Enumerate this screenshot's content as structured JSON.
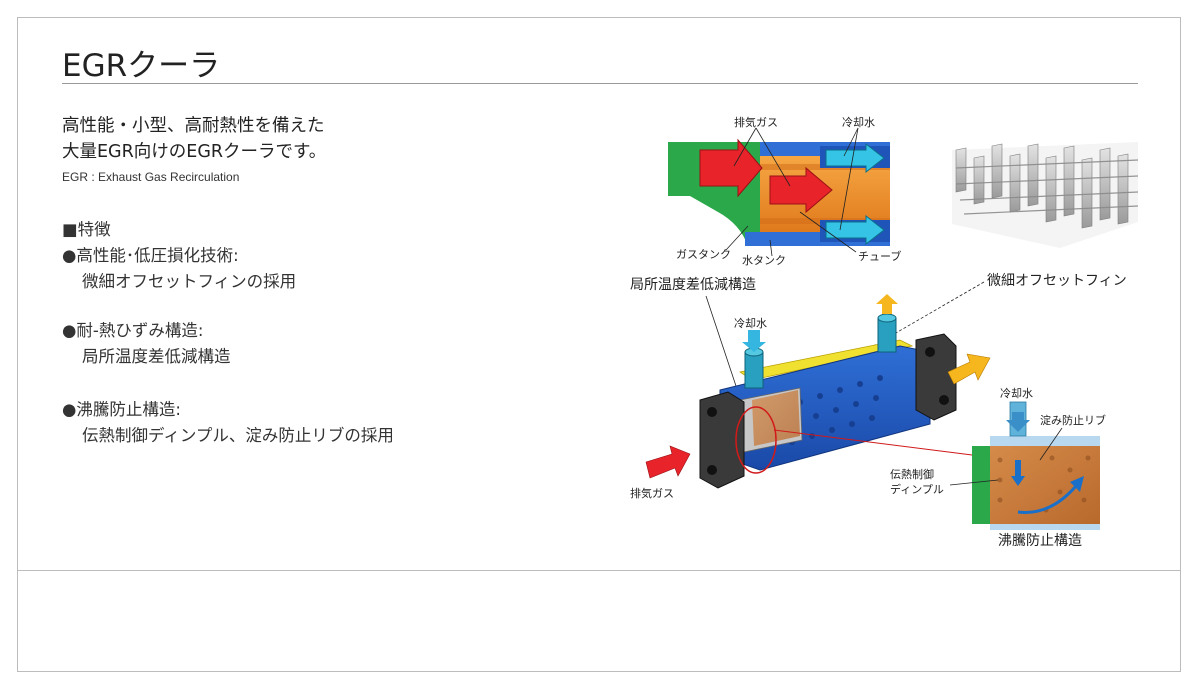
{
  "page": {
    "title": "EGRクーラ",
    "lead_line1": "高性能・小型、高耐熱性を備えた",
    "lead_line2": "大量EGR向けのEGRクーラです。",
    "abbreviation": "EGR : Exhaust Gas Recirculation",
    "features_heading": "■特徴",
    "features": [
      {
        "title": "●高性能･低圧損化技術:",
        "detail": "微細オフセットフィンの採用"
      },
      {
        "title": "●耐-熱ひずみ構造:",
        "detail": "局所温度差低減構造"
      },
      {
        "title": "●沸騰防止構造:",
        "detail": "伝熱制御ディンプル、淀み防止リブの採用"
      }
    ]
  },
  "diagram": {
    "exhaust_gas": "排気ガス",
    "coolant": "冷却水",
    "gas_tank": "ガスタンク",
    "water_tank": "水タンク",
    "tube": "チューブ",
    "local_temp": "局所温度差低減構造",
    "offset_fin": "微細オフセットフィン",
    "coolant_main": "冷却水",
    "exhaust_main": "排気ガス",
    "coolant_detail": "冷却水",
    "stagnation_rib": "淀み防止リブ",
    "dimple_line1": "伝熱制御",
    "dimple_line2": "ディンプル",
    "anti_boil": "沸騰防止構造"
  }
}
